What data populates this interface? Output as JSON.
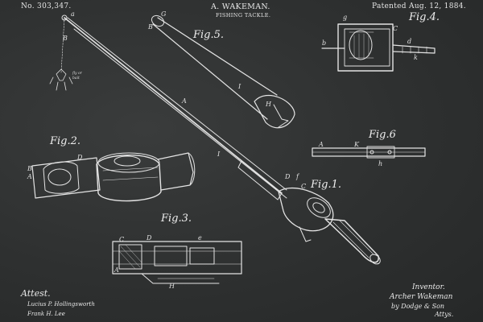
{
  "header": {
    "patent_number": "No. 303,347.",
    "inventor_name": "A. WAKEMAN.",
    "title": "FISHING TACKLE.",
    "patent_date": "Patented Aug. 12, 1884."
  },
  "figures": {
    "fig1": "Fig.1.",
    "fig2": "Fig.2.",
    "fig3": "Fig.3.",
    "fig4": "Fig.4.",
    "fig5": "Fig.5.",
    "fig6": "Fig.6"
  },
  "signatures": {
    "attest_label": "Attest.",
    "witness_1": "Lucius P. Hollingsworth",
    "witness_2": "Frank H. Lee",
    "inventor_label": "Inventor.",
    "inventor_signature": "Archer Wakeman",
    "attorney": "by Dodge & Son",
    "attorney_suffix": "Attys."
  },
  "colors": {
    "background": "#2f3131",
    "ink": "#e6e6e6"
  }
}
